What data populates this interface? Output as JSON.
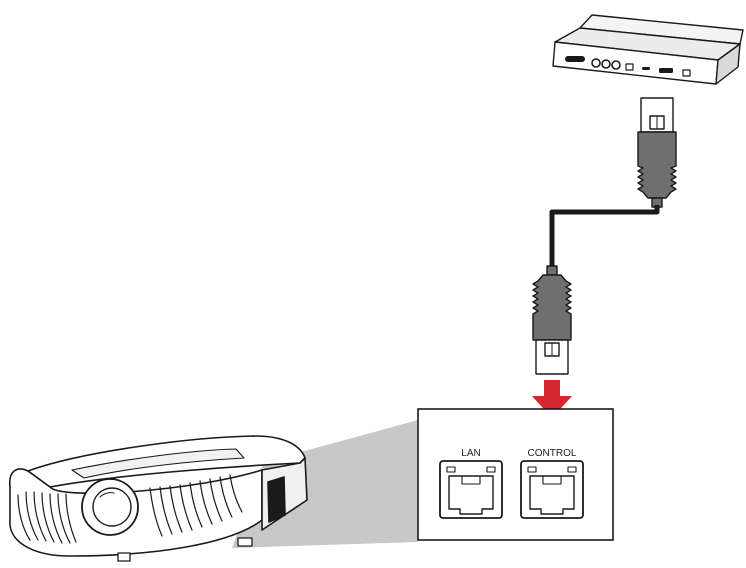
{
  "diagram": {
    "ports": {
      "lan_label": "LAN",
      "control_label": "CONTROL"
    },
    "colors": {
      "arrow": "#d3262e",
      "cable": "#1a1a1a",
      "connector_body": "#6f6f6f",
      "callout_fill": "#c8c8c8",
      "outline": "#1a1a1a"
    },
    "connection": {
      "from": "controller-device",
      "to": "projector-control-port"
    }
  }
}
